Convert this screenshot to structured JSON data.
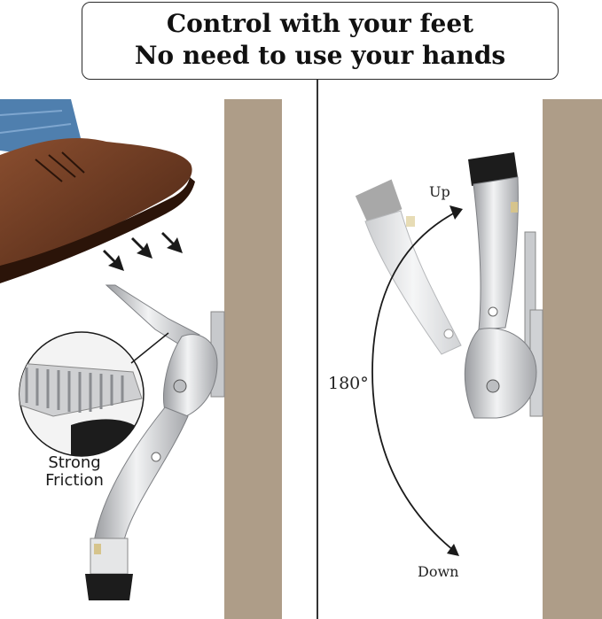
{
  "banner": {
    "line1": "Control with your feet",
    "line2": "No need to use your hands"
  },
  "labels": {
    "up": "Up",
    "angle": "180°",
    "down": "Down",
    "friction_line1": "Strong",
    "friction_line2": "Friction"
  },
  "colors": {
    "wall": "#ae9d88",
    "shoe": "#6b3a22",
    "rubber": "#1c1c1c",
    "metal": "#d9dadc",
    "text": "#111111"
  },
  "icons": [
    "shoe-icon",
    "press-arrow-icon",
    "door-stopper-icon",
    "rotation-arrow-icon"
  ]
}
